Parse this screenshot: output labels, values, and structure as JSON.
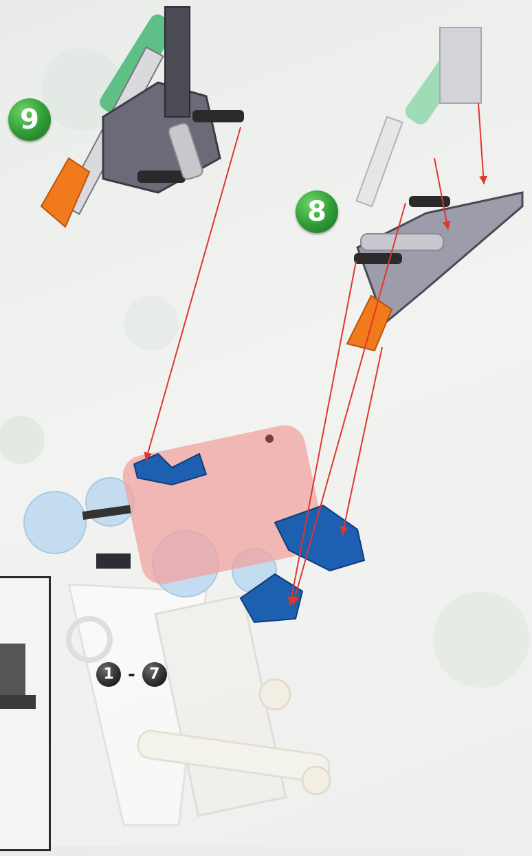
{
  "steps": {
    "step9": {
      "number": "9"
    },
    "step8": {
      "number": "8"
    },
    "range": {
      "start": "1",
      "separator": "-",
      "end": "7"
    }
  },
  "colors": {
    "green_badge": "#2f9a35",
    "arrow": "#e0362c",
    "blue_part": "#1d5fb0",
    "green_part": "#5fbf86",
    "orange_part": "#f07a1c",
    "grey_part": "#6a6a78"
  }
}
